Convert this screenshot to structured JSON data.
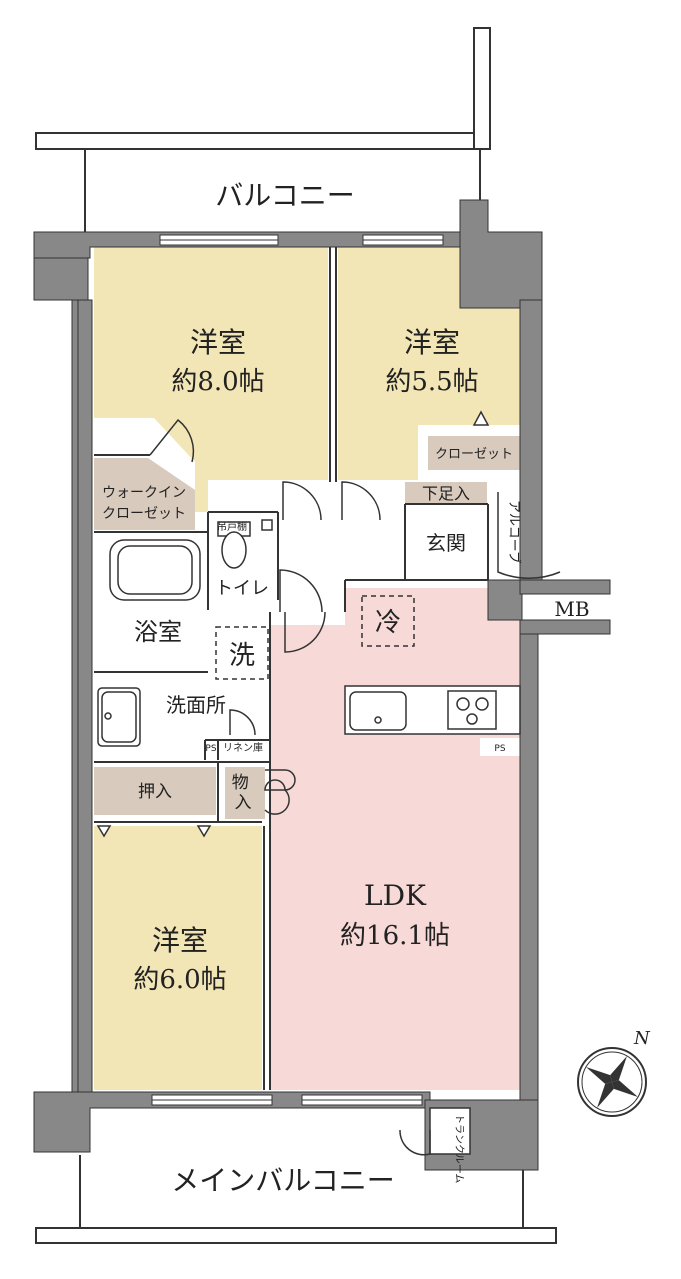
{
  "rooms": {
    "balcony_top": "バルコニー",
    "western_room_nw": {
      "name": "洋室",
      "size": "約8.0帖"
    },
    "western_room_ne": {
      "name": "洋室",
      "size": "約5.5帖"
    },
    "closet_ne": "クローゼット",
    "walk_in_closet": [
      "ウォークイン",
      "クローゼット"
    ],
    "shoe_closet": "下足入",
    "entrance": "玄関",
    "alcove": "アルコーブ",
    "toilet": "トイレ",
    "toilet_cabinet": "吊戸棚",
    "bath": "浴室",
    "washer": "洗",
    "washroom": "洗面所",
    "linen": "リネン庫",
    "ps": "PS",
    "fridge": "冷",
    "mb": "MB",
    "oshiire": "押入",
    "storage": "物入",
    "western_room_sw": {
      "name": "洋室",
      "size": "約6.0帖"
    },
    "ldk": {
      "name": "LDK",
      "size": "約16.1帖"
    },
    "trunk_room": "トランクルーム",
    "main_balcony": "メインバルコニー",
    "north_label": "N"
  },
  "colors": {
    "bedroom": "#f3e6b6",
    "closet": "#d8cabd",
    "ldk": "#f7d9d8",
    "wall": "#888888",
    "line": "#333333"
  }
}
